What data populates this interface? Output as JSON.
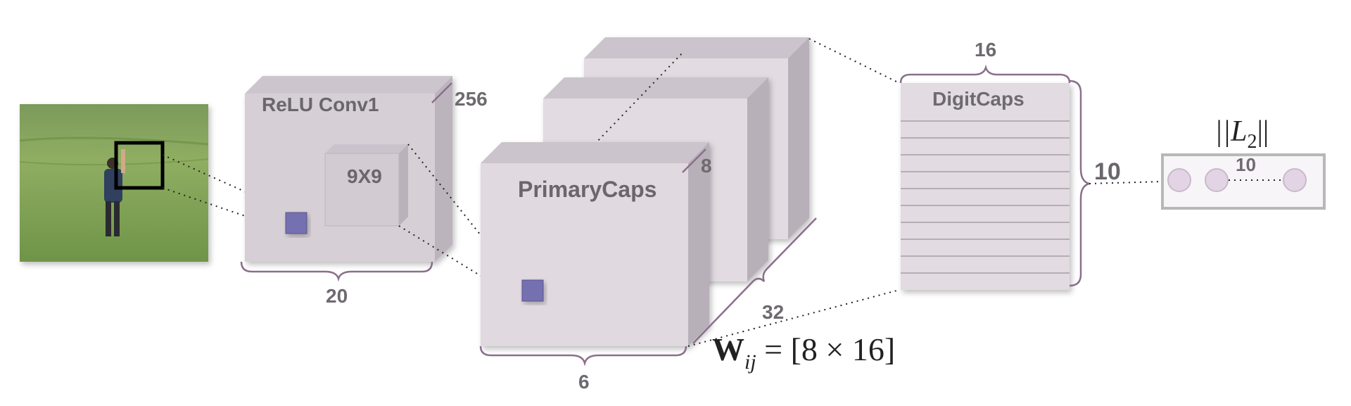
{
  "input_image": {
    "description_icon": "person-in-grass-photo"
  },
  "conv1": {
    "title": "ReLU Conv1",
    "kernel": "9X9",
    "depth": "256",
    "width": "20"
  },
  "primarycaps": {
    "title": "PrimaryCaps",
    "depth": "8",
    "count": "32",
    "width": "6"
  },
  "digitcaps": {
    "title": "DigitCaps",
    "dim": "16",
    "count": "10",
    "rows": 10
  },
  "output": {
    "norm": "||L",
    "sub": "2",
    "norm_end": "||",
    "count": "10"
  },
  "weights": {
    "w": "W",
    "sub": "ij",
    "eq": " = [8 × 16]"
  },
  "colors": {
    "box_face": "#ddd6dd",
    "box_top": "#ccc4cc",
    "box_side": "#b8b0b8",
    "kernel": "#7570b0",
    "brace": "#8a6f8c"
  }
}
